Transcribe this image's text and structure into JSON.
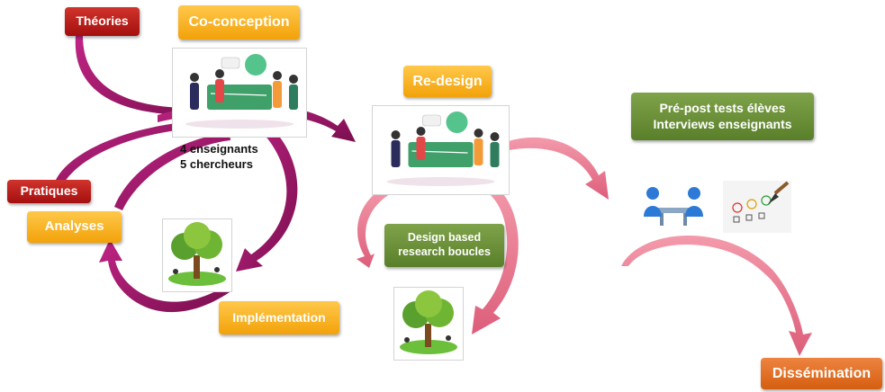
{
  "labels": {
    "theories": "Théories",
    "co_conception": "Co-conception",
    "re_design": "Re-design",
    "pratiques": "Pratiques",
    "analyses": "Analyses",
    "implementation": "Implémentation",
    "tests_line1": "Pré-post tests élèves",
    "tests_line2": "Interviews enseignants",
    "dbr_line1": "Design based",
    "dbr_line2": "research boucles",
    "dissemination": "Dissémination"
  },
  "participants": {
    "line1": "4 enseignants",
    "line2": "5 chercheurs"
  },
  "colors": {
    "arrow_purple": "#9c1464",
    "arrow_pink": "#e86c86",
    "label_red": "#b81a1a",
    "label_orange": "#f5ac19",
    "label_green": "#6a8f38",
    "label_dark_orange": "#e0701f"
  },
  "icons": [
    "collaboration-illustration",
    "tree-illustration",
    "meeting-icon",
    "survey-checklist-icon"
  ]
}
